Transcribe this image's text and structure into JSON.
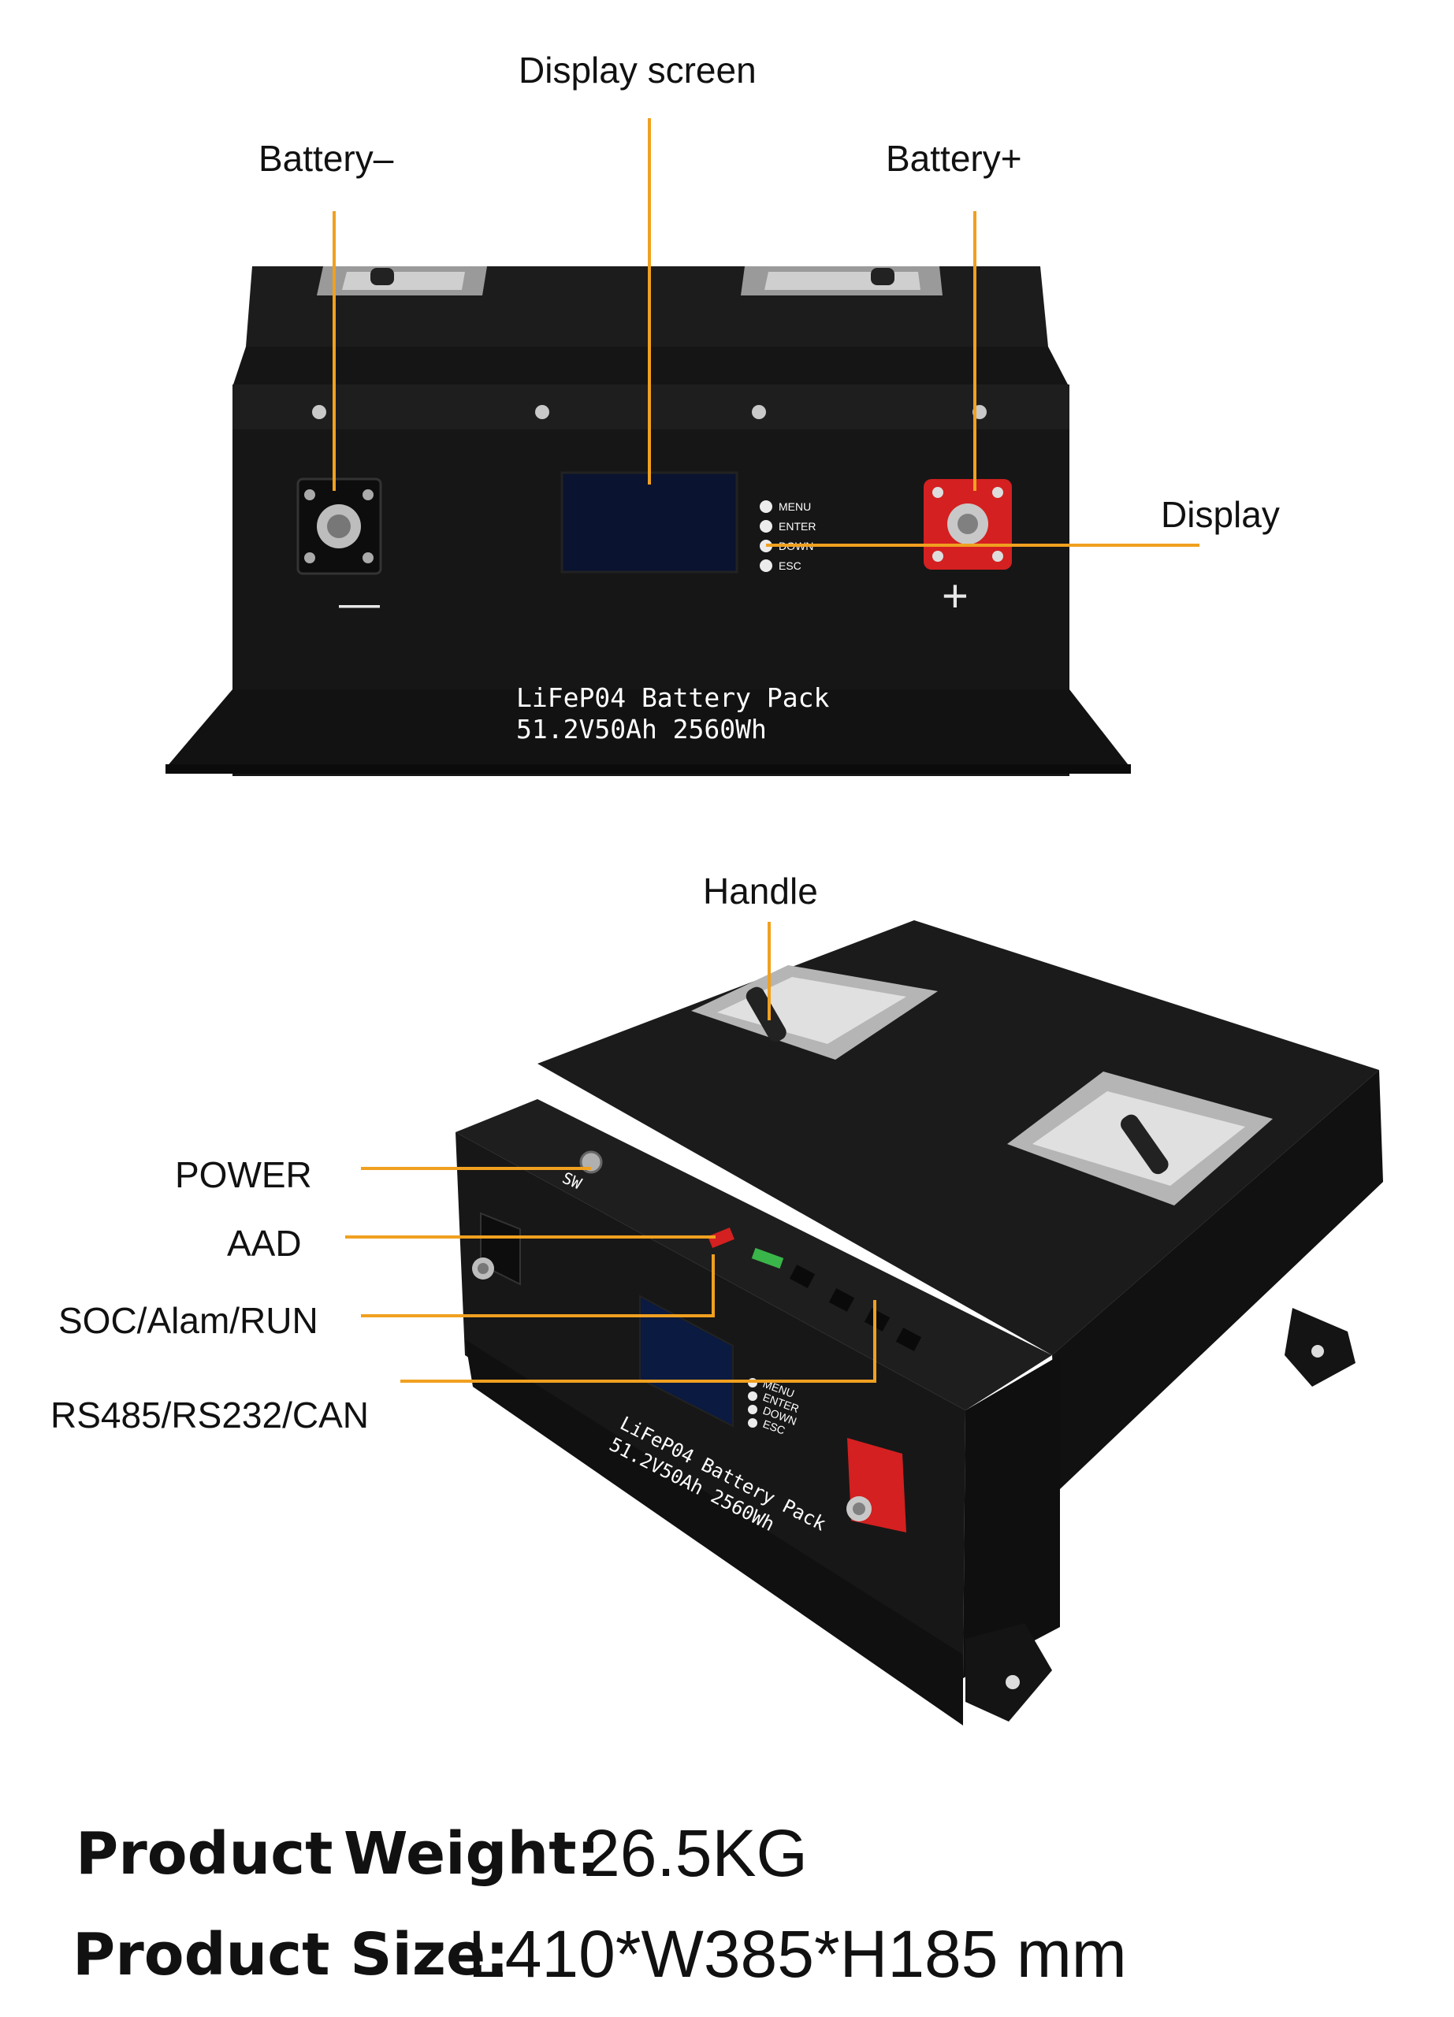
{
  "front_view": {
    "labels": {
      "display_screen": "Display screen",
      "battery_minus": "Battery–",
      "battery_plus": "Battery+",
      "display": "Display"
    },
    "buttons": [
      "MENU",
      "ENTER",
      "DOWN",
      "ESC"
    ],
    "terminal_minus_symbol": "—",
    "terminal_plus_symbol": "+",
    "pack_line1": "LiFeP04 Battery Pack",
    "pack_line2": "51.2V50Ah 2560Wh"
  },
  "angled_view": {
    "labels": {
      "handle": "Handle",
      "power": "POWER",
      "aad": "AAD",
      "soc": "SOC/Alam/RUN",
      "comms": "RS485/RS232/CAN"
    },
    "switch_text": "SW",
    "pack_line1": "LiFeP04 Battery Pack",
    "pack_line2": "51.2V50Ah 2560Wh",
    "buttons": [
      "MENU",
      "ENTER",
      "DOWN",
      "ESC"
    ]
  },
  "specs": {
    "weight_key": "Product",
    "weight_key2": "Weight:",
    "weight_value": "26.5KG",
    "size_key": "Product Size:",
    "size_value": "L410*W385*H185 mm"
  },
  "colors": {
    "leader": "#f0a020",
    "body": "#1a1a1a",
    "terminal_red": "#d42020"
  },
  "icons": [
    "screw-icon",
    "terminal-negative-icon",
    "terminal-positive-icon",
    "handle-icon",
    "led-icon"
  ]
}
